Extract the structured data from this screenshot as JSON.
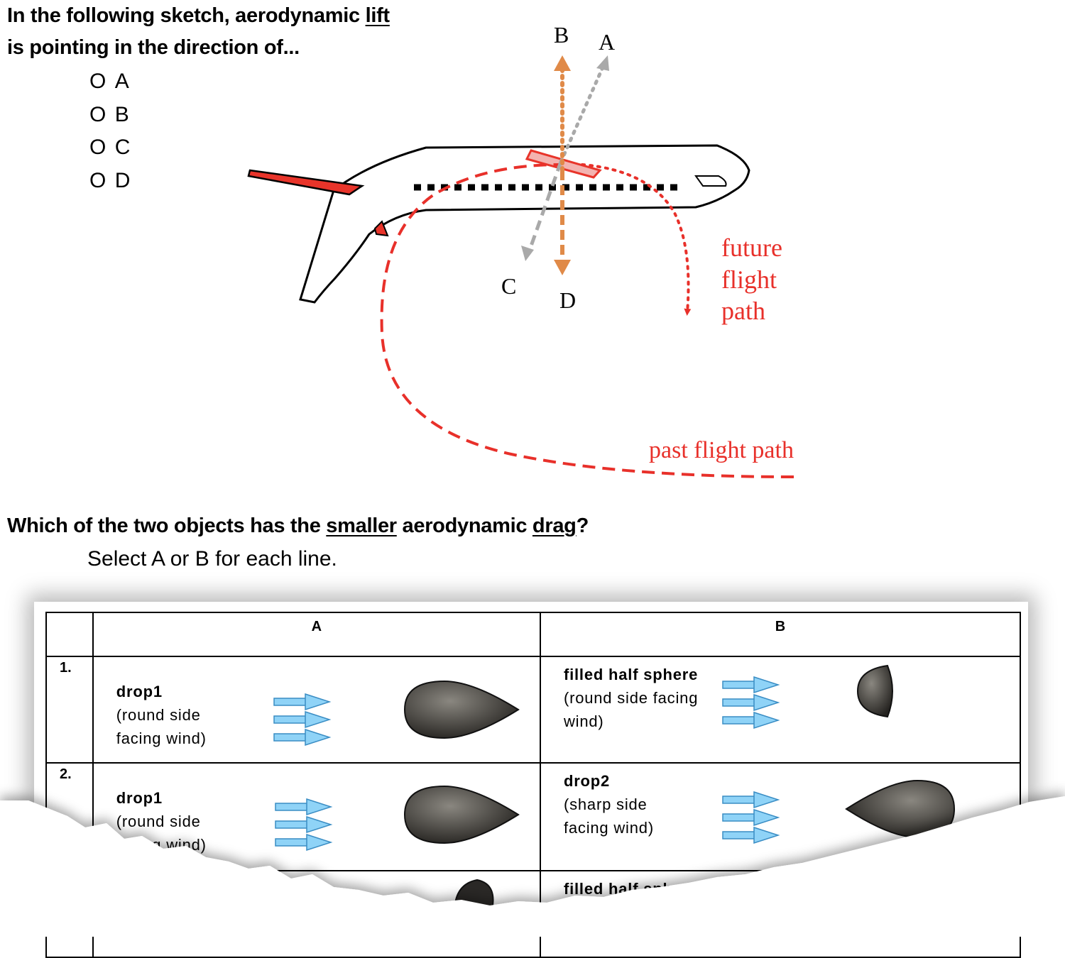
{
  "question1": {
    "line1_before": "In the following sketch, aerodynamic ",
    "line1_underlined": "lift",
    "line2": "is pointing in the direction of...",
    "options": [
      {
        "symbol": "O",
        "label": "A"
      },
      {
        "symbol": "O",
        "label": "B"
      },
      {
        "symbol": "O",
        "label": "C"
      },
      {
        "symbol": "O",
        "label": "D"
      }
    ]
  },
  "sketch": {
    "arrow_labels": {
      "a": "A",
      "b": "B",
      "c": "C",
      "d": "D"
    },
    "future_path_lines": [
      "future",
      "flight",
      "path"
    ],
    "past_path_label": "past flight path",
    "colors": {
      "wing_red": "#e8342a",
      "path_red": "#e8302a",
      "arrow_orange": "#e08a48",
      "arrow_gray": "#a9a9a9"
    }
  },
  "question2": {
    "title_before": "Which of the two objects has the ",
    "title_u1": "smaller",
    "title_mid": " aerodynamic ",
    "title_u2": "drag",
    "title_end": "?",
    "subtitle": "Select A or B for each line."
  },
  "table": {
    "headers": {
      "a": "A",
      "b": "B"
    },
    "rows": [
      {
        "number": "1.",
        "a": {
          "name": "drop1",
          "desc_lines": [
            "(round side",
            "facing wind)"
          ]
        },
        "b": {
          "name": "filled half sphere",
          "desc_lines": [
            "(round side facing",
            "wind)"
          ]
        }
      },
      {
        "number": "2.",
        "a": {
          "name": "drop1",
          "desc_lines": [
            "(round side",
            "facing wind)"
          ]
        },
        "b": {
          "name": "drop2",
          "desc_lines": [
            "(sharp side",
            "facing wind)"
          ]
        }
      },
      {
        "number": "",
        "a": {
          "name": "",
          "desc_lines": []
        },
        "b": {
          "name": "filled half sphere",
          "desc_lines": []
        }
      }
    ]
  }
}
